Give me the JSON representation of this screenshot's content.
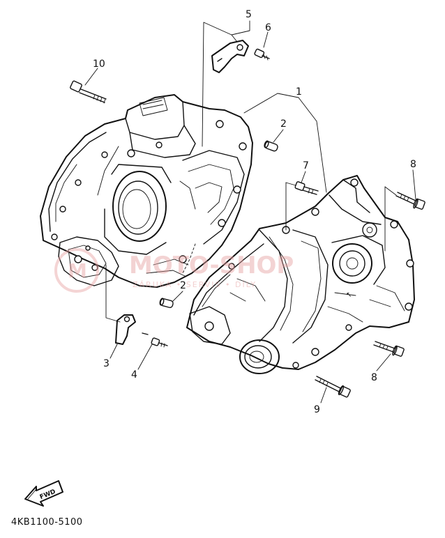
{
  "diagram": {
    "callouts": [
      {
        "id": "c5",
        "text": "5"
      },
      {
        "id": "c6",
        "text": "6"
      },
      {
        "id": "c10",
        "text": "10"
      },
      {
        "id": "c1",
        "text": "1"
      },
      {
        "id": "c2a",
        "text": "2"
      },
      {
        "id": "c7",
        "text": "7"
      },
      {
        "id": "c8a",
        "text": "8"
      },
      {
        "id": "c2b",
        "text": "2"
      },
      {
        "id": "c3",
        "text": "3"
      },
      {
        "id": "c4",
        "text": "4"
      },
      {
        "id": "c8b",
        "text": "8"
      },
      {
        "id": "c9",
        "text": "9"
      }
    ],
    "part_code": "4KB1100-5100",
    "fwd_label": "FWD",
    "watermark": {
      "brand": "MOTO-SHOP",
      "tagline": "ZÁRUKA • SERVIS • DÍLY",
      "logo_letter": "M",
      "color": "#e6a0a0"
    }
  }
}
